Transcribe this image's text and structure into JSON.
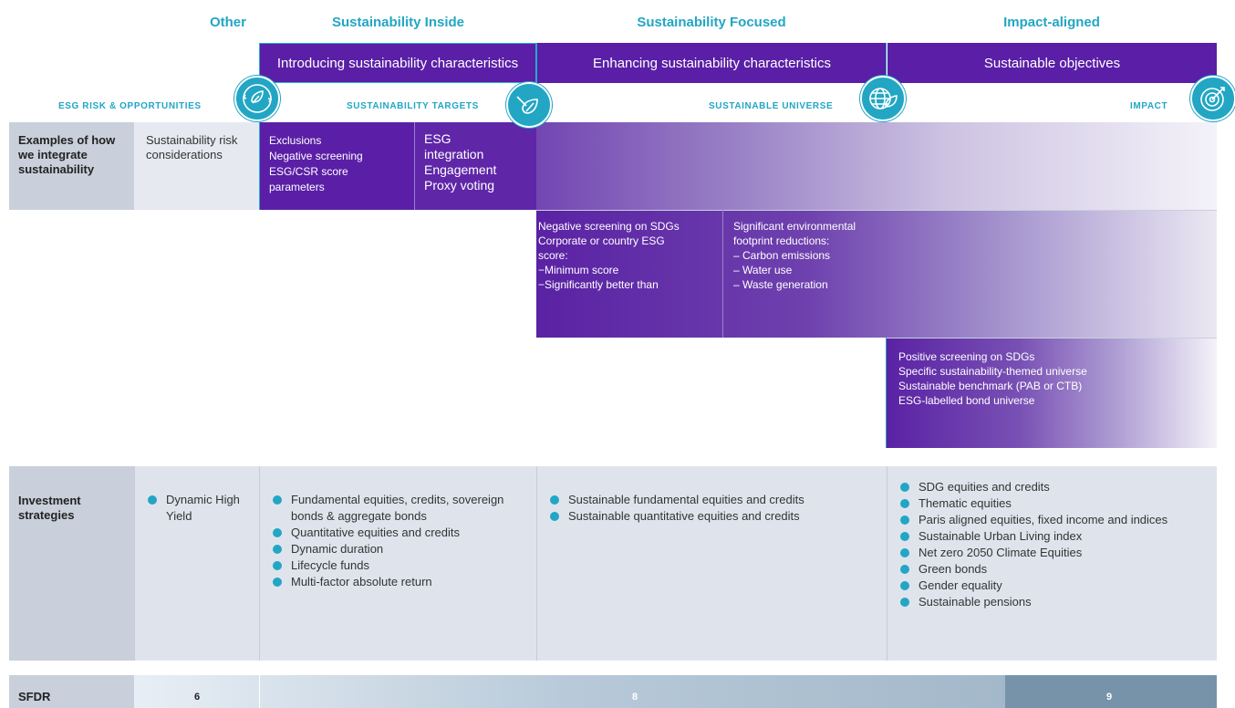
{
  "categories": {
    "other": "Other",
    "inside": "Sustainability Inside",
    "focused": "Sustainability Focused",
    "impact": "Impact-aligned"
  },
  "bands": {
    "introducing": "Introducing sustainability characteristics",
    "enhancing": "Enhancing sustainability characteristics",
    "objectives": "Sustainable objectives"
  },
  "sublabels": {
    "esg_risk": "ESG RISK & OPPORTUNITIES",
    "targets": "SUSTAINABILITY TARGETS",
    "universe": "SUSTAINABLE UNIVERSE",
    "impact": "IMPACT"
  },
  "icons": [
    "euro-leaf-cycle-icon",
    "hand-leaf-icon",
    "globe-leaf-icon",
    "target-icon"
  ],
  "examples": {
    "label": "Examples of how we integrate sustainability",
    "other_text": "Sustainability risk considerations",
    "inside_a": [
      "Exclusions",
      "Negative screening",
      "ESG/CSR score",
      "parameters"
    ],
    "inside_b": [
      "ESG",
      "integration",
      "Engagement",
      "Proxy voting"
    ],
    "focused_a": [
      "Negative screening on SDGs",
      "Corporate or country ESG",
      "score:",
      "−Minimum score",
      "−Significantly better than"
    ],
    "focused_b": [
      "Significant environmental",
      "footprint reductions:",
      "– Carbon emissions",
      "– Water use",
      "– Waste generation"
    ],
    "impact": [
      "Positive screening on  SDGs",
      "Specific sustainability-themed universe",
      "Sustainable benchmark (PAB or CTB)",
      "ESG-labelled bond universe"
    ]
  },
  "strategies": {
    "label": "Investment strategies",
    "other": [
      "Dynamic High Yield"
    ],
    "inside": [
      "Fundamental equities, credits, sovereign bonds & aggregate bonds",
      "Quantitative equities and credits",
      "Dynamic duration",
      "Lifecycle funds",
      "Multi-factor absolute return"
    ],
    "focused": [
      "Sustainable fundamental equities and credits",
      "Sustainable quantitative equities and credits"
    ],
    "impact": [
      "SDG equities and credits",
      "Thematic equities",
      "Paris aligned equities, fixed income and indices",
      "Sustainable Urban Living index",
      "Net zero 2050 Climate Equities",
      "Green bonds",
      "Gender equality",
      "Sustainable pensions"
    ]
  },
  "sfdr": {
    "label": "SFDR",
    "art6": "6",
    "art8": "8",
    "art9": "9"
  },
  "colors": {
    "accent": "#22a6c4",
    "purple": "#5a1fa6",
    "gray": "#dfe4ec",
    "header_gray": "#c9d0db"
  }
}
